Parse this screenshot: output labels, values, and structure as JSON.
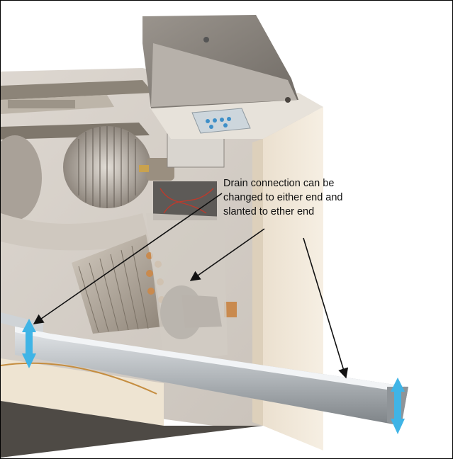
{
  "annotation": {
    "lines": [
      "Drain connection can be",
      "changed to either end and",
      "slanted to ether end"
    ]
  },
  "colors": {
    "cabinet_side": "#f2e9db",
    "lid": "#8c8680",
    "drain_pan": "#b4b8bb",
    "arrow": "#111111",
    "adjust_arrow": "#3fb4e6",
    "blower": "#b9b1a8",
    "coil": "#b8aea2",
    "copper": "#c98a4e"
  },
  "icons": [
    "vertical-adjust-arrow-icon",
    "callout-arrow-icon"
  ]
}
